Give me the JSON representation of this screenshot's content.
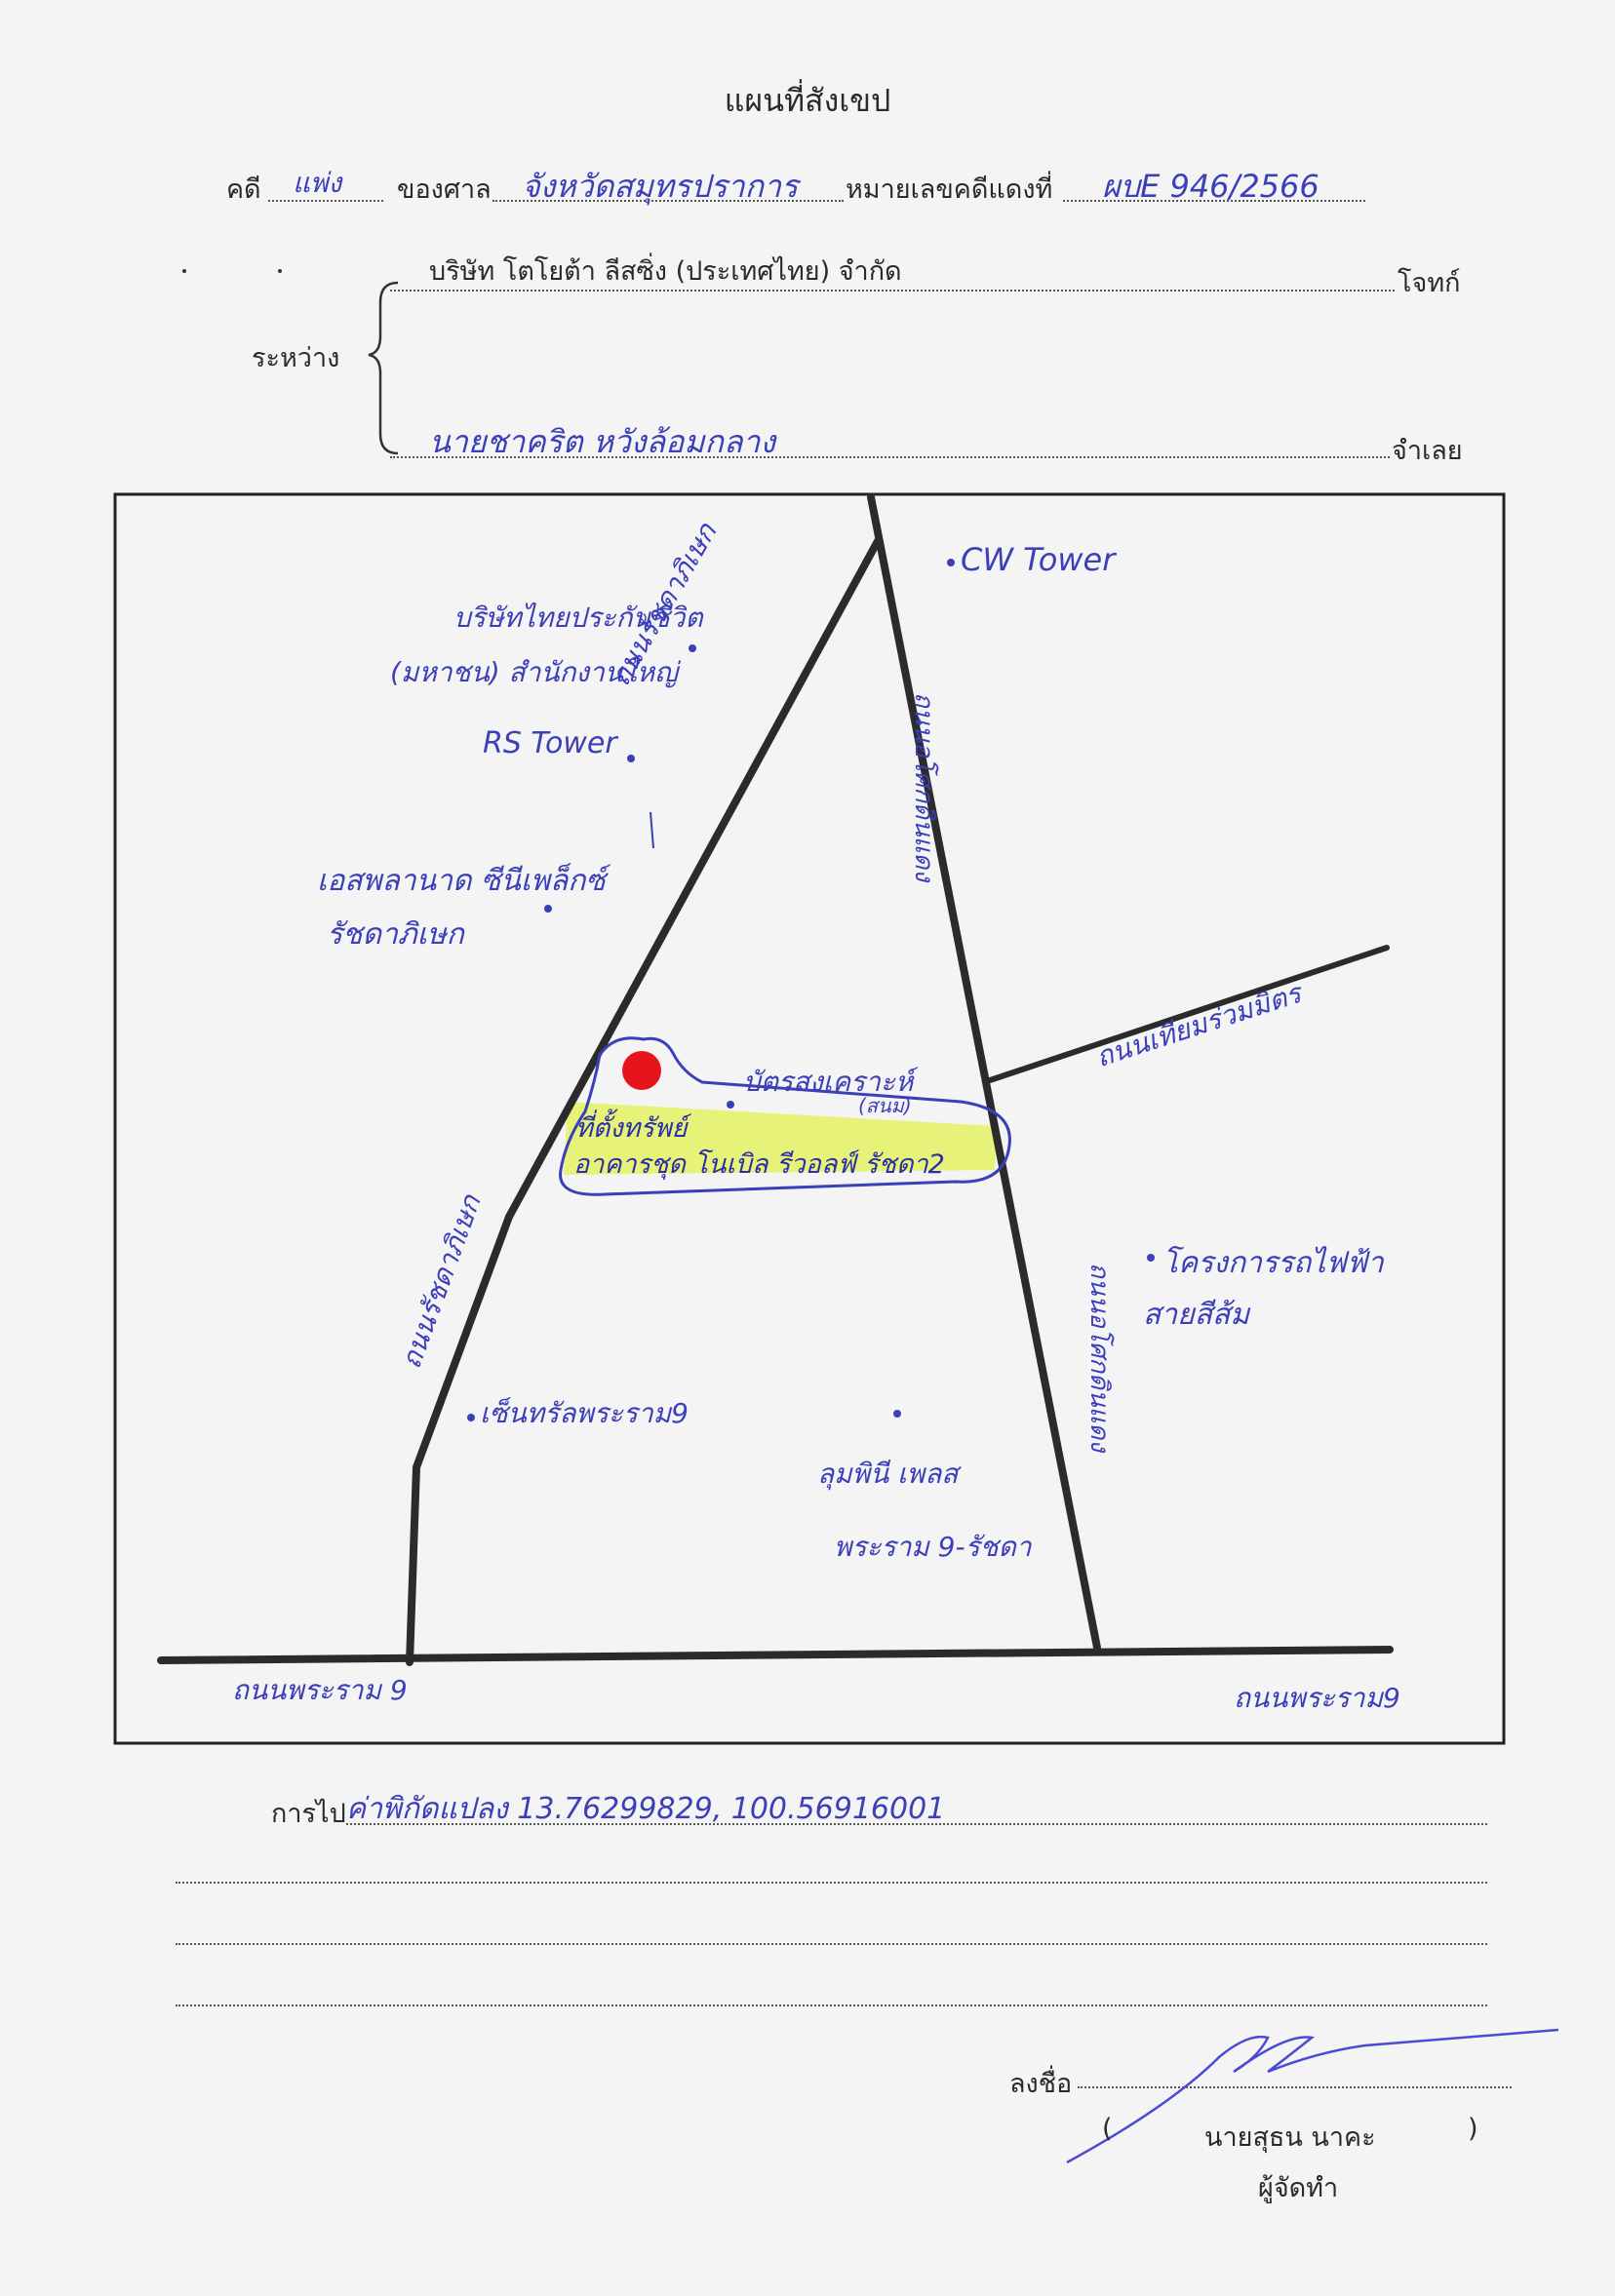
{
  "document": {
    "title": "แผนที่สังเขป",
    "case_type_label": "คดี",
    "case_type_value": "แพ่ง",
    "court_label": "ของศาล",
    "court_value": "จังหวัดสมุทรปราการ",
    "case_no_label": "หมายเลขคดีแดงที่",
    "case_no_value": "ผบE 946/2566",
    "between_label": "ระหว่าง",
    "plaintiff_value": "บริษัท โตโยต้า ลีสซิ่ง (ประเทศไทย) จำกัด",
    "plaintiff_label": "โจทก์",
    "defendant_value": "นายชาคริต หวังล้อมกลาง",
    "defendant_label": "จำเลย"
  },
  "map": {
    "landmarks": {
      "cw_tower": "CW Tower",
      "thai_life_1": "บริษัทไทยประกันชีวิต",
      "thai_life_2": "(มหาชน) สำนักงานใหญ่",
      "rs_tower": "RS Tower",
      "esplanade_1": "เอสพลานาด ซีนีเพล็กซ์",
      "esplanade_2": "รัชดาภิเษก",
      "social_welfare_1": "บัตรสงเคราะห์",
      "social_welfare_2": "(สนม)",
      "property_1": "ที่ตั้งทรัพย์",
      "property_2": "อาคารชุด โนเบิล รีวอลฟ์ รัชดา2",
      "orange_line_1": "โครงการรถไฟฟ้า",
      "orange_line_2": "สายสีส้ม",
      "central_rama9": "เซ็นทรัลพระราม9",
      "lumphini_1": "ลุมพินี เพลส",
      "lumphini_2": "พระราม 9-รัชดา"
    },
    "roads": {
      "ratchada_upper": "ถนนรัชดาภิเษก",
      "ratchada_lower": "ถนนรัชดาภิเษก",
      "asoke_din_daeng_upper": "ถนนอโศกดินแดง",
      "asoke_din_daeng_lower": "ถนนอโศกดินแดง",
      "thiam_ruam_mit": "ถนนเทียมร่วมมิตร",
      "rama9_left": "ถนนพระราม 9",
      "rama9_right": "ถนนพระราม9"
    },
    "colors": {
      "ink": "#3b3fb8",
      "marker": "#e8141c",
      "highlight": "#e6f26a",
      "road": "#2b2b2b"
    }
  },
  "directions": {
    "label": "การไป",
    "value": "ค่าพิกัดแปลง 13.76299829, 100.56916001"
  },
  "signature": {
    "sign_label": "ลงชื่อ",
    "open_paren": "(",
    "name": "นายสุธน นาคะ",
    "close_paren": ")",
    "role": "ผู้จัดทำ"
  }
}
